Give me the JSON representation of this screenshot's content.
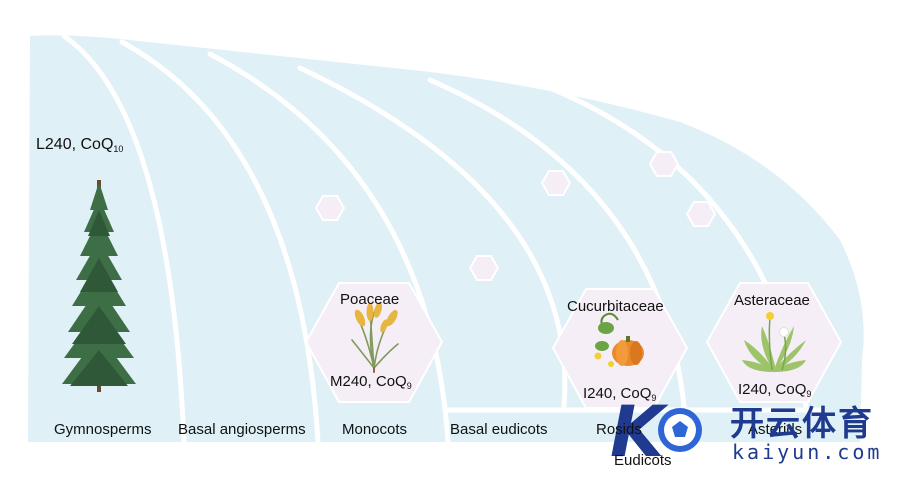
{
  "diagram": {
    "clades": [
      {
        "id": "gymnosperms",
        "label": "Gymnosperms"
      },
      {
        "id": "basal-angiosperms",
        "label": "Basal angiosperms"
      },
      {
        "id": "monocots",
        "label": "Monocots"
      },
      {
        "id": "basal-eudicots",
        "label": "Basal eudicots"
      },
      {
        "id": "rosids",
        "label": "Rosids"
      },
      {
        "id": "asterids",
        "label": "Asterids"
      }
    ],
    "eudicots_label": "Eudicots",
    "gymnosperm_annotation": {
      "text": "L240, CoQ",
      "sub": "10"
    },
    "families": [
      {
        "id": "poaceae",
        "name": "Poaceae",
        "residue": "M240, CoQ",
        "sub": "9"
      },
      {
        "id": "cucurbitaceae",
        "name": "Cucurbitaceae",
        "residue": "I240, CoQ",
        "sub": "9"
      },
      {
        "id": "asteraceae",
        "name": "Asteraceae",
        "residue": "I240, CoQ",
        "sub": "9"
      }
    ]
  },
  "watermark": {
    "chinese": "开云体育",
    "latin": "kaiyun.com",
    "logo_letter": "K"
  },
  "colors": {
    "background": "#dff0f6",
    "divider": "#ffffff",
    "hex_fill": "#f6eef6",
    "hex_stroke": "#ffffff",
    "tree": "#3e6e45",
    "watermark": "#1f3a8f"
  }
}
